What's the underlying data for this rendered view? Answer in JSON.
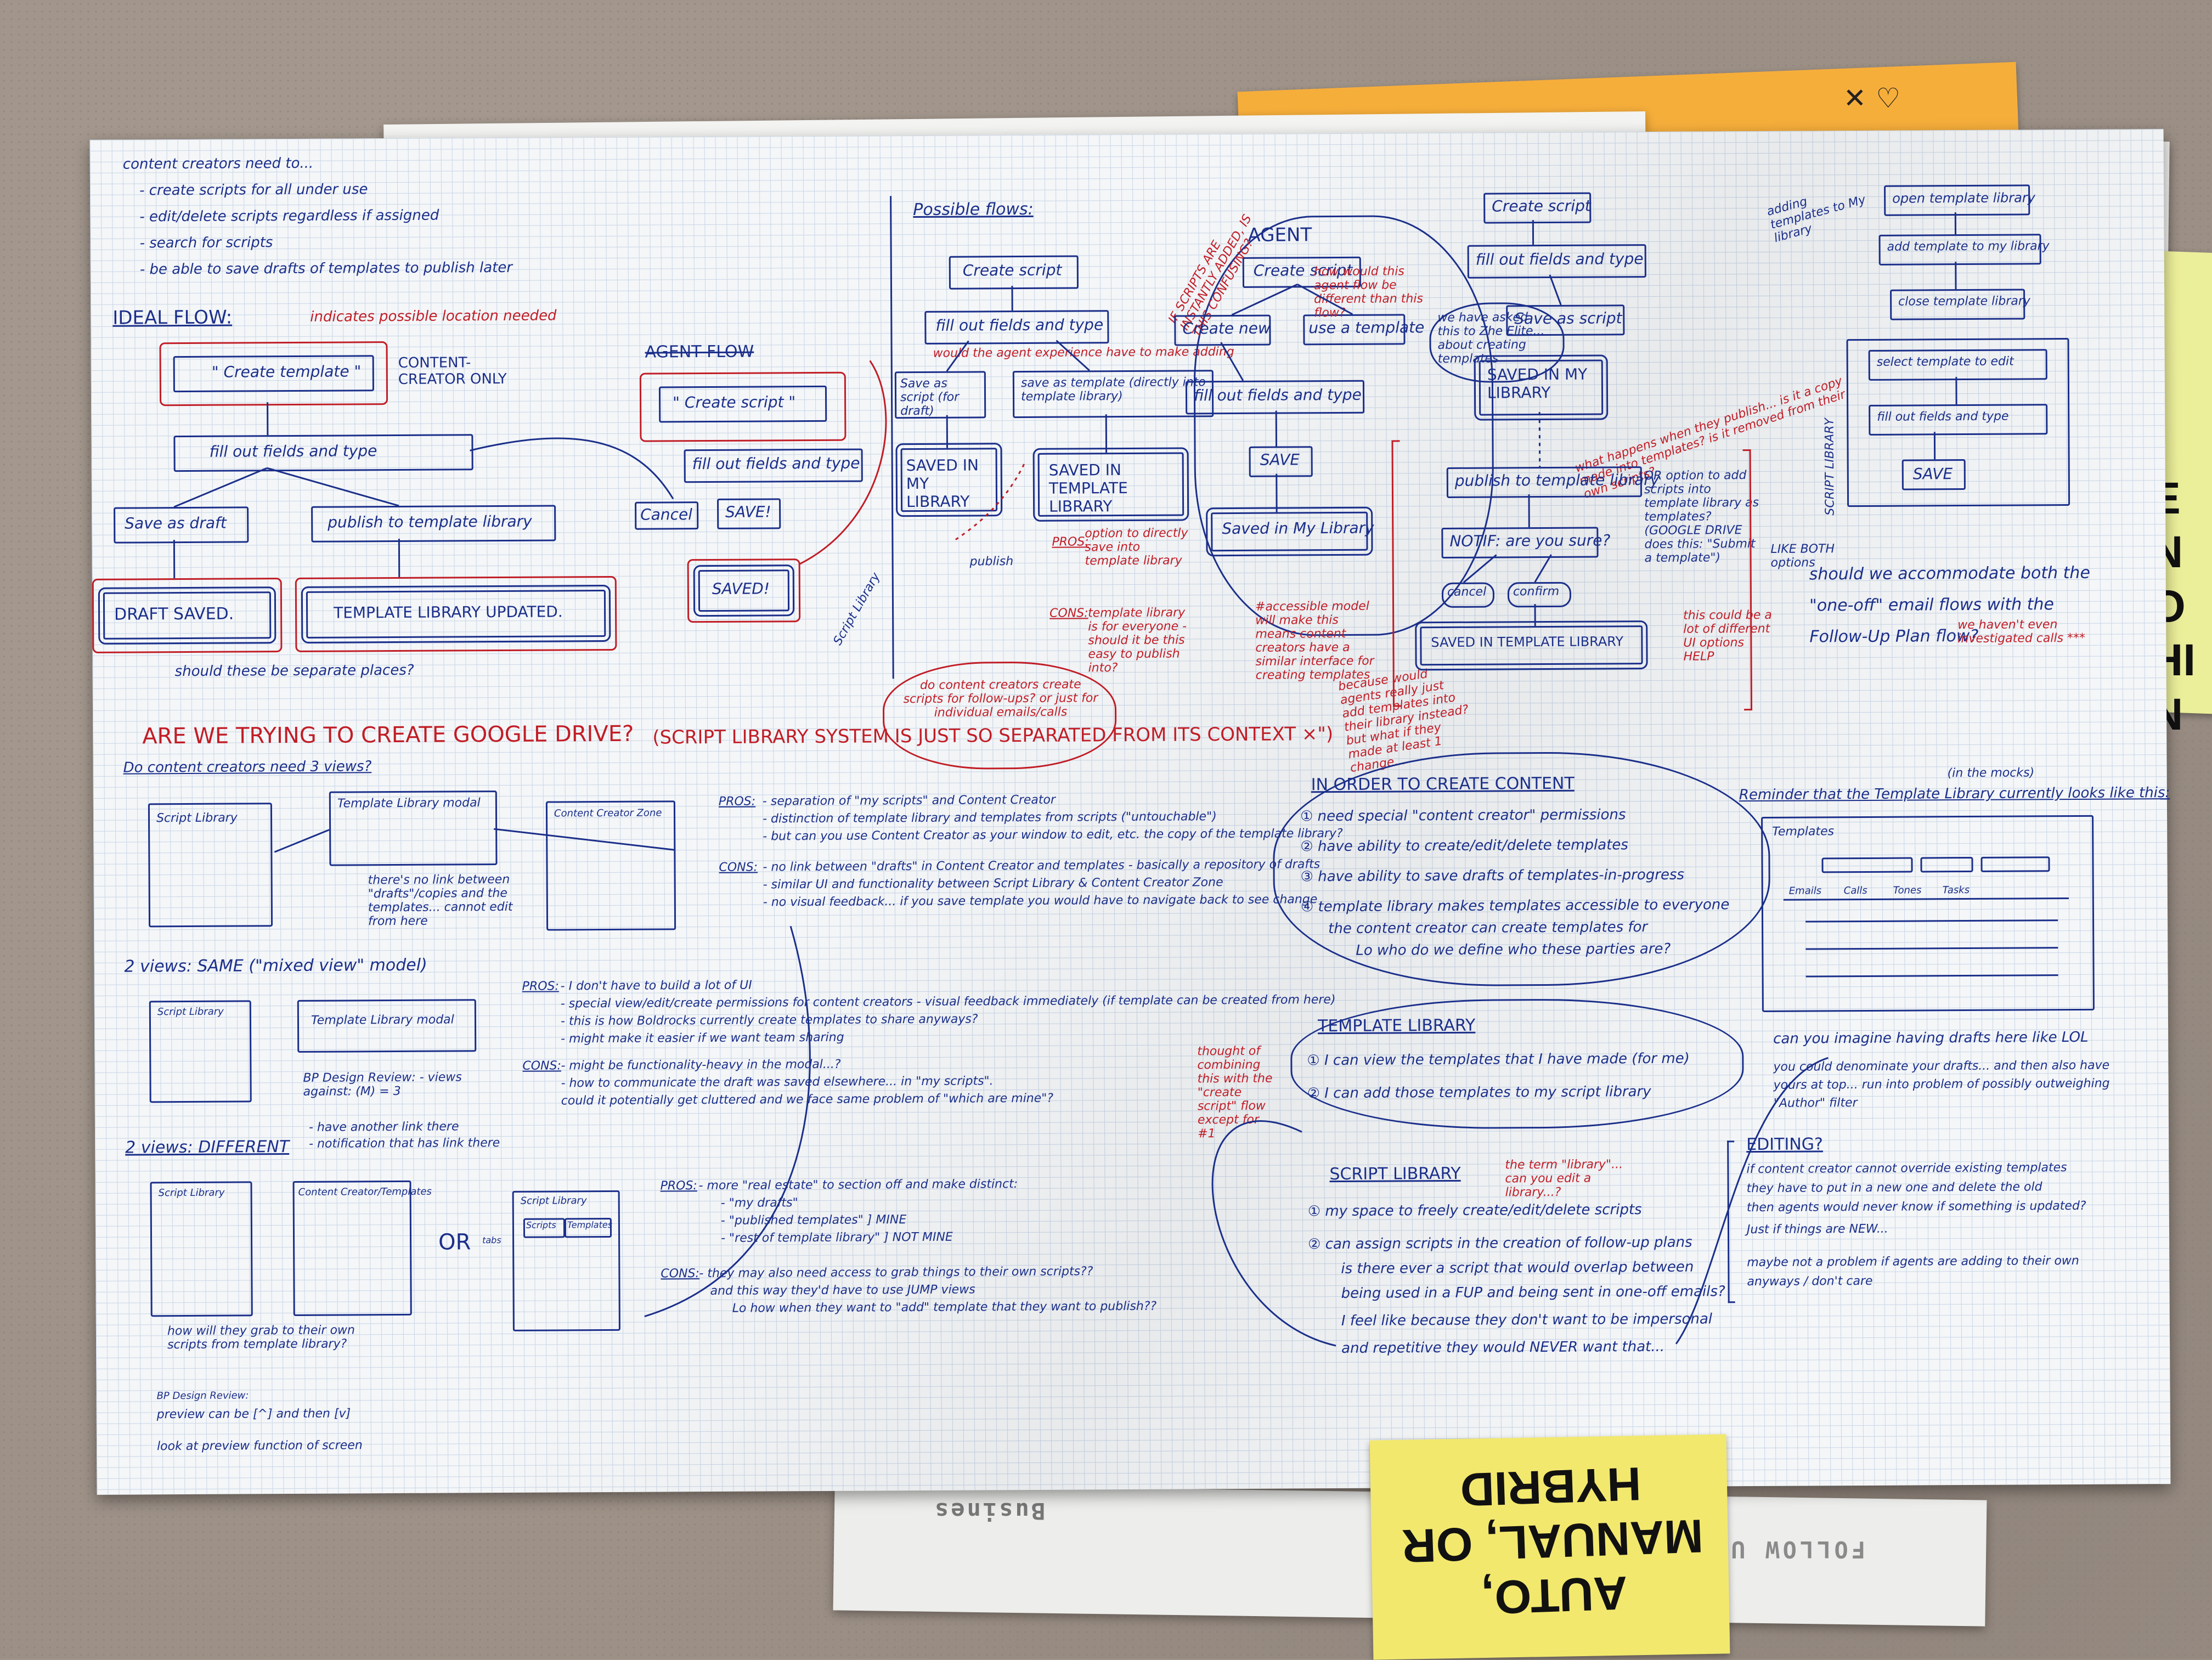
{
  "sticky_notes": {
    "orange_marks": "✕ ♡",
    "yellow": "AUTO, MANUAL, OR HYBRID",
    "right_edge": "E NO HIN"
  },
  "background_papers": {
    "follow_up": "FOLLOW UP PL",
    "business": "Busines"
  },
  "sheet": {
    "needs": {
      "header": "content creators need to...",
      "items": [
        "- create scripts for all under use",
        "- edit/delete scripts regardless if assigned",
        "- search for scripts",
        "- be able to save drafts of templates to publish later"
      ]
    },
    "ideal_flow": {
      "title": "IDEAL FLOW:",
      "note": "indicates possible location needed",
      "create_template": "\" Create template \"",
      "content_creator_only": "CONTENT-CREATOR ONLY",
      "fill_out": "fill out fields and type",
      "save_draft": "Save as draft",
      "publish": "publish to template library",
      "draft_saved": "DRAFT SAVED.",
      "library_updated": "TEMPLATE LIBRARY UPDATED.",
      "question": "should these be separate places?"
    },
    "agent_small": {
      "title": "AGENT FLOW",
      "create_script": "\" Create script \"",
      "fill_out": "fill out fields and type",
      "cancel": "Cancel",
      "save": "SAVE!",
      "saved": "SAVED!",
      "script_library": "Script Library"
    },
    "possible_flows": {
      "title": "Possible flows:",
      "create_script": "Create script",
      "fill_out": "fill out fields and type",
      "red_note": "would the agent experience have to make adding",
      "save_script": "Save as script (for draft)",
      "save_template": "save as template (directly into template library)",
      "saved_my_library": "SAVED IN MY LIBRARY",
      "saved_template_library": "SAVED IN TEMPLATE LIBRARY",
      "publish": "publish",
      "pros_label": "PROS:",
      "pros": "option to directly save into template library",
      "cons_label": "CONS:",
      "cons": "template library is for everyone - should it be this easy to publish into?",
      "cloud": "do content creators create scripts for follow-ups? or just for individual emails/calls"
    },
    "agent_flow": {
      "title": "AGENT",
      "create_script": "Create script",
      "create_new": "Create new",
      "use_template": "use a template",
      "fill_out": "fill out fields and type",
      "save": "SAVE",
      "saved": "Saved in My Library",
      "cloud_q": "how would this agent flow be different than this flow?",
      "cloud2": "we have asked this to Zhe Elite... about creating templates",
      "red_side": "IF SCRIPTS ARE INSTANTLY ADDED, IS THIS CONFUSING?",
      "note_red": "#accessible model will make this means content creators have a similar interface for creating templates",
      "note_red2": "because would agents really just add templates into their library instead? but what if they made at least 1 change..."
    },
    "right_flow": {
      "create_script": "Create script",
      "fill_out": "fill out fields and type",
      "save_script": "Save as script",
      "saved": "SAVED IN MY LIBRARY",
      "publish": "publish to template library",
      "notif": "NOTIF: are you sure?",
      "cancel": "cancel",
      "confirm": "confirm",
      "saved_tl": "SAVED IN TEMPLATE LIBRARY",
      "red_q": "what happens when they publish... is it a copy made into templates? is it removed from their own scripts?",
      "option": "OR option to add scripts into template library as templates? (GOOGLE DRIVE does this: \"Submit a template\")",
      "ui_note": "LIKE BOTH options",
      "red_note": "this could be a lot of different UI options HELP"
    },
    "adding_templates": {
      "title": "adding templates to My library",
      "open": "open template library",
      "add": "add template to my library",
      "close": "close template library",
      "select": "select template to edit",
      "fill_out": "fill out fields and type",
      "save": "SAVE",
      "script_library": "SCRIPT LIBRARY",
      "question": "should we accommodate both the \"one-off\" email flows with the Follow-Up Plan flow?",
      "note": "we haven't even investigated calls ***"
    },
    "google_drive": {
      "heading": "ARE WE TRYING TO CREATE GOOGLE DRIVE?",
      "sub": "(SCRIPT LIBRARY SYSTEM IS JUST SO SEPARATED FROM ITS CONTEXT ×\")",
      "q3": "Do content creators need 3 views?",
      "script_library": "Script Library",
      "tl_modal": "Template Library modal",
      "cc_zone": "Content Creator Zone",
      "no_link": "there's no link between \"drafts\"/copies and the templates... cannot edit from here",
      "pros_label": "PROS:",
      "pros": [
        "- separation of \"my scripts\" and Content Creator",
        "- distinction of template library and templates from scripts (\"untouchable\")",
        "- but can you use Content Creator as your window to edit, etc. the copy of the template library?"
      ],
      "cons_label": "CONS:",
      "cons": [
        "- no link between \"drafts\" in Content Creator and templates - basically a repository of drafts",
        "- similar UI and functionality between Script Library & Content Creator Zone",
        "- no visual feedback... if you save template you would have to navigate back to see change"
      ]
    },
    "two_same": {
      "title": "2 views: SAME (\"mixed view\" model)",
      "script_library": "Script Library",
      "tl_modal": "Template Library modal",
      "note": "BP Design Review: - views against: (M) = 3",
      "hover": "- have another link there",
      "notification": "- notification that has link there",
      "pros_label": "PROS:",
      "pros": [
        "- I don't have to build a lot of UI",
        "- special view/edit/create permissions for content creators - visual feedback immediately (if template can be created from here)",
        "- this is how Boldrocks currently create templates to share anyways?",
        "- might make it easier if we want team sharing"
      ],
      "cons_label": "CONS:",
      "cons": [
        "- might be functionality-heavy in the modal...?",
        "- how to communicate the draft was saved elsewhere... in \"my scripts\".",
        "could it potentially get cluttered and we face same problem of \"which are mine\"?"
      ]
    },
    "two_different": {
      "title": "2 views: DIFFERENT",
      "script_library": "Script Library",
      "cc_templates": "Content Creator/Templates",
      "or": "OR",
      "small_sl": "Script Library",
      "tab1": "Scripts",
      "tab2": "Templates",
      "tabs_note": "tabs",
      "grab": "how will they grab to their own scripts from template library?",
      "pros_label": "PROS:",
      "pros": [
        "- more \"real estate\" to section off and make distinct:",
        "- \"my drafts\"",
        "- \"published templates\"   ] MINE",
        "- \"rest of template library\" ] NOT MINE"
      ],
      "cons_label": "CONS:",
      "cons": [
        "- they may also need access to grab things to their own scripts??",
        "and this way they'd have to use JUMP views",
        "Lo how when they want to \"add\" template that they want to publish??"
      ]
    },
    "bottom_left": {
      "review": "BP Design Review:",
      "preview": "preview can be [^] and then [v]",
      "text2": "look at preview function of screen"
    },
    "create_content": {
      "title": "IN ORDER TO CREATE CONTENT",
      "items": [
        "① need special \"content creator\" permissions",
        "② have ability to create/edit/delete templates",
        "③ have ability to save drafts of templates-in-progress",
        "④ template library makes templates accessible to everyone",
        "the content creator can create templates for",
        "Lo who do we define who these parties are?"
      ]
    },
    "template_library": {
      "title": "TEMPLATE LIBRARY",
      "items": [
        "① I can view the templates that I have made (for me)",
        "② I can add those templates to my script library"
      ],
      "red_side": "thought of combining this with the \"create script\" flow except for #1"
    },
    "script_library": {
      "title": "SCRIPT LIBRARY",
      "red_q": "the term \"library\"... can you edit a library...?",
      "items": [
        "① my space to freely create/edit/delete scripts",
        "② can assign scripts in the creation of follow-up plans",
        "is there ever a script that would overlap between",
        "being used in a FUP and being sent in one-off emails?",
        "I feel like because they don't want to be impersonal",
        "and repetitive they would NEVER want that..."
      ]
    },
    "reminder": {
      "title": "Reminder that the Template Library currently looks like this:",
      "mocks": "(in the mocks)",
      "panel_title": "Templates",
      "tabs": [
        "Emails",
        "Calls",
        "Tones",
        "Tasks"
      ],
      "q1": "can you imagine having drafts here like LOL",
      "q2": "you could denominate your drafts... and then also have yours at top... run into problem of possibly outweighing \"Author\" filter"
    },
    "editing": {
      "title": "EDITING?",
      "lines": [
        "if content creator cannot override existing templates",
        "they have to put in a new one and delete the old",
        "then agents would never know if something is updated?",
        "Just if things are NEW...",
        "maybe not a problem if agents are adding to their own",
        "anyways / don't care"
      ]
    }
  }
}
